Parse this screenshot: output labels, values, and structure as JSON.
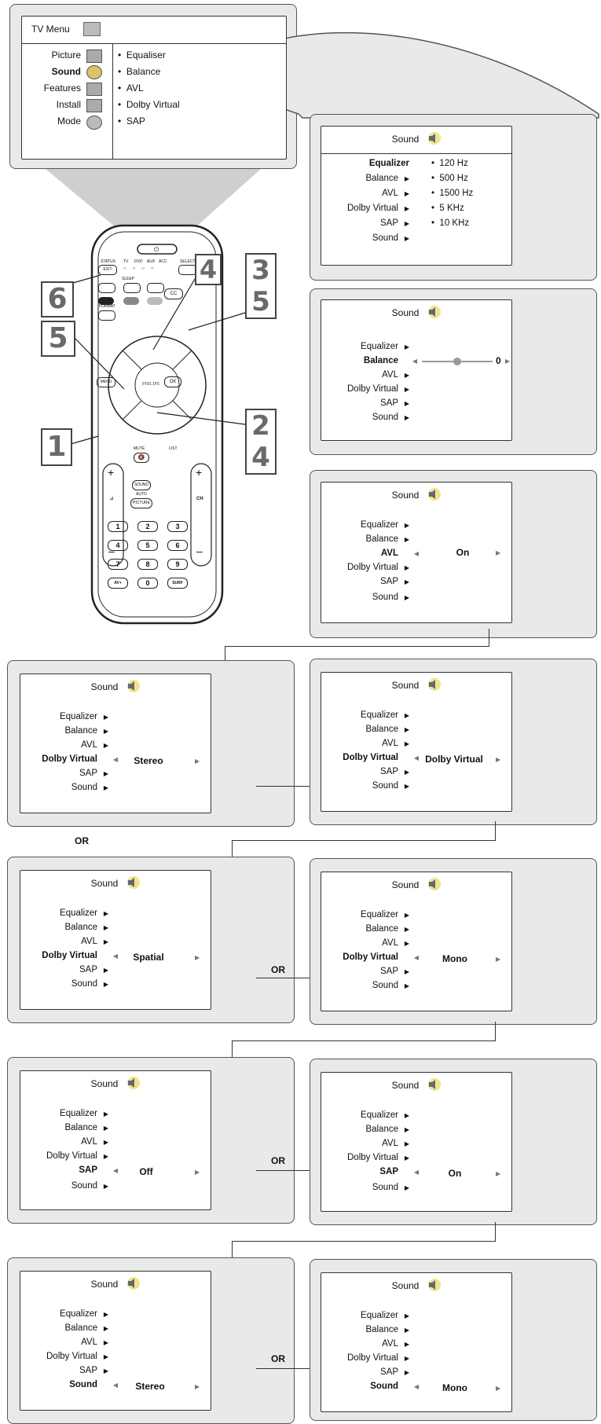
{
  "tv_menu": {
    "title": "TV Menu",
    "items": [
      "Picture",
      "Sound",
      "Features",
      "Install",
      "Mode"
    ],
    "submenu": [
      "Equaliser",
      "Balance",
      "AVL",
      "Dolby Virtual",
      "SAP"
    ]
  },
  "remote": {
    "status": "STATUS",
    "exit": "EXIT",
    "tv": "TV",
    "dvd": "DVD",
    "aux": "AUX",
    "acc": "ACC",
    "select": "SELECT",
    "sleep": "SLEEP",
    "format": "FORMAT",
    "cc": "CC",
    "brand": "PHILIPS",
    "menu": "MENU",
    "ok": "OK",
    "mute": "MUTE",
    "list": "LIST",
    "sound": "SOUND",
    "auto": "AUTO",
    "picture": "PICTURE",
    "ch": "CH",
    "av": "AV+",
    "surf": "SURF",
    "digits": [
      "1",
      "2",
      "3",
      "4",
      "5",
      "6",
      "7",
      "8",
      "9",
      "0"
    ]
  },
  "callouts": [
    "6",
    "4",
    "3",
    "5",
    "5",
    "1",
    "2",
    "4"
  ],
  "sound_title": "Sound",
  "or_label": "OR",
  "eq_screen": {
    "labels": [
      "Equalizer",
      "Balance",
      "AVL",
      "Dolby Virtual",
      "SAP",
      "Sound"
    ],
    "bands": [
      "120 Hz",
      "500 Hz",
      "1500 Hz",
      "5 KHz",
      "10 KHz"
    ]
  },
  "balance_screen": {
    "labels": [
      "Equalizer",
      "Balance",
      "AVL",
      "Dolby Virtual",
      "SAP",
      "Sound"
    ],
    "value": "0"
  },
  "screens": [
    {
      "labels": [
        "Equalizer",
        "Balance",
        "AVL",
        "Dolby Virtual",
        "SAP",
        "Sound"
      ],
      "value": "On"
    },
    {
      "labels": [
        "Equalizer",
        "Balance",
        "AVL",
        "Dolby Virtual",
        "SAP",
        "Sound"
      ],
      "value": "Stereo"
    },
    {
      "labels": [
        "Equalizer",
        "Balance",
        "AVL",
        "Dolby Virtual",
        "SAP",
        "Sound"
      ],
      "value": "Dolby Virtual"
    },
    {
      "labels": [
        "Equalizer",
        "Balance",
        "AVL",
        "Dolby Virtual",
        "SAP",
        "Sound"
      ],
      "value": "Spatial"
    },
    {
      "labels": [
        "Equalizer",
        "Balance",
        "AVL",
        "Dolby Virtual",
        "SAP",
        "Sound"
      ],
      "value": "Mono"
    },
    {
      "labels": [
        "Equalizer",
        "Balance",
        "AVL",
        "Dolby Virtual",
        "SAP",
        "Sound"
      ],
      "value": "Off"
    },
    {
      "labels": [
        "Equalizer",
        "Balance",
        "AVL",
        "Dolby Virtual",
        "SAP",
        "Sound"
      ],
      "value": "On"
    },
    {
      "labels": [
        "Equalizer",
        "Balance",
        "AVL",
        "Dolby Virtual",
        "SAP",
        "Sound"
      ],
      "value": "Stereo"
    },
    {
      "labels": [
        "Equalizer",
        "Balance",
        "AVL",
        "Dolby Virtual",
        "SAP",
        "Sound"
      ],
      "value": "Mono"
    }
  ]
}
